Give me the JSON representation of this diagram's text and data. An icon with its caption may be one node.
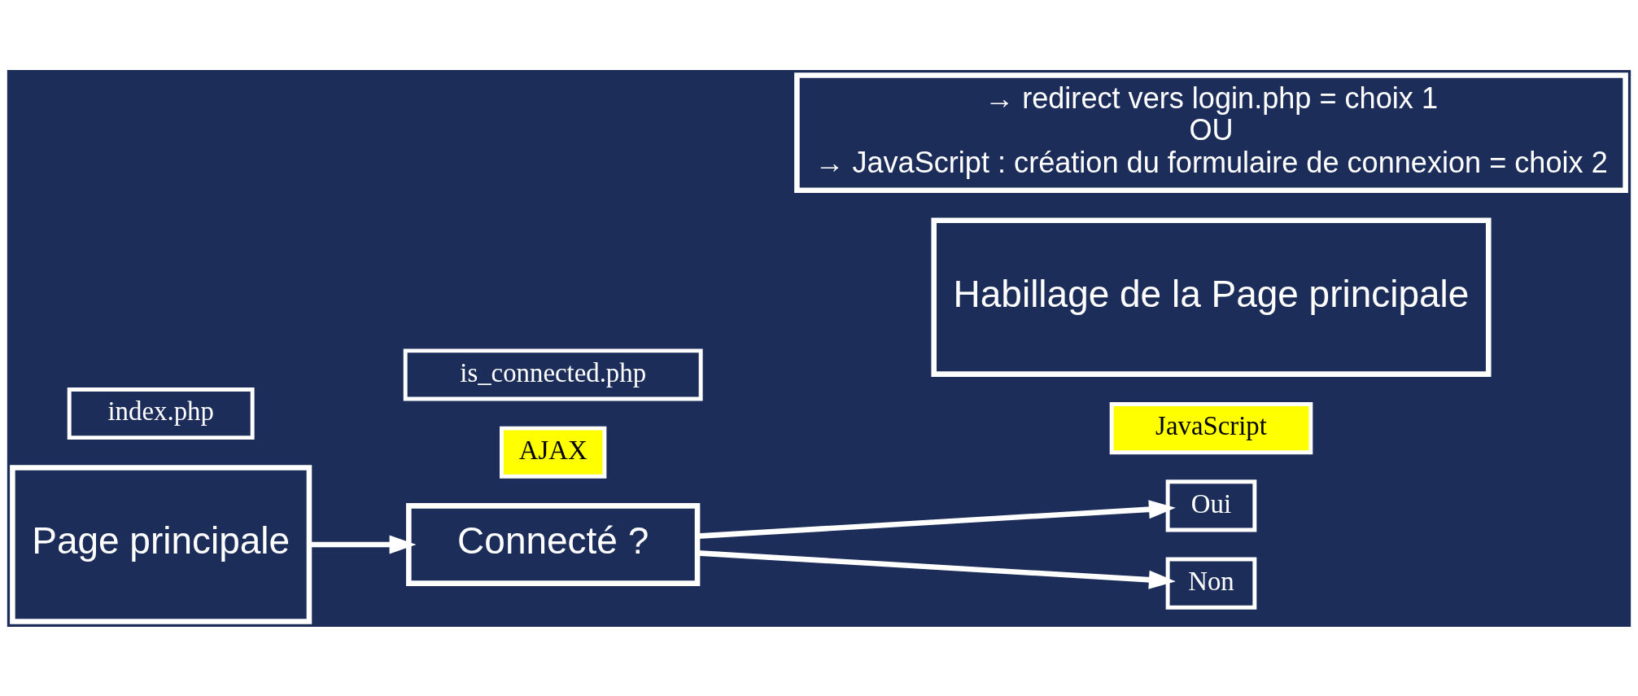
{
  "diagram": {
    "nodes": [
      {
        "text": [
          "Page principale"
        ]
      },
      {
        "text": [
          "index.php"
        ]
      },
      {
        "text": [
          "AJAX"
        ]
      },
      {
        "text": [
          "Connecté ?"
        ]
      },
      {
        "text": [
          "is_connected.php"
        ]
      },
      {
        "text": [
          "Oui"
        ]
      },
      {
        "text": [
          "JavaScript"
        ]
      },
      {
        "text": [
          "Habillage de la Page principale"
        ]
      },
      {
        "text": [
          "Non"
        ]
      },
      {
        "text": [
          "→ redirect vers login.php = choix 1",
          "OU",
          "→ JavaScript : création du formulaire de connexion = choix 2"
        ]
      }
    ],
    "edges": [
      {
        "from": 0,
        "to": 3,
        "arrow": "to"
      },
      {
        "from": 3,
        "to": 5,
        "arrow": "to"
      },
      {
        "from": 3,
        "to": 8,
        "arrow": "to"
      }
    ]
  }
}
